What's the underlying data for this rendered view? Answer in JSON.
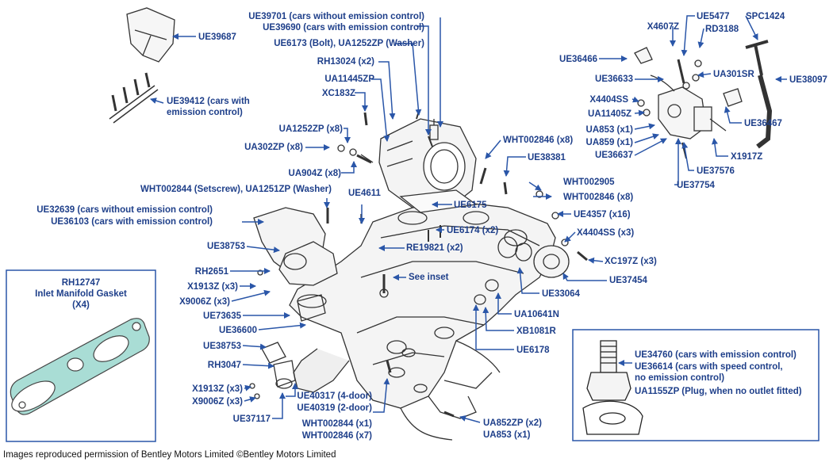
{
  "colors": {
    "label": "#1e3f8a",
    "leader": "#2a56a8",
    "gasket": "#a9ddd5",
    "line": "#333333"
  },
  "labels": {
    "ue39687": "UE39687",
    "ue39412": "UE39412 (cars with\nemission control)",
    "ue39701": "UE39701 (cars without emission control)",
    "ue39690": "UE39690 (cars with emission control)",
    "ue6173": "UE6173 (Bolt), UA1252ZP (Washer)",
    "rh13024": "RH13024 (x2)",
    "ua11445zp": "UA11445ZP",
    "xc183z": "XC183Z",
    "ua1252zp": "UA1252ZP (x8)",
    "ua302zp": "UA302ZP (x8)",
    "ua904z": "UA904Z (x8)",
    "wht002846_x8a": "WHT002846 (x8)",
    "ue38381": "UE38381",
    "wht002905": "WHT002905",
    "wht002846_x8b": "WHT002846 (x8)",
    "wht002844_setscrew": "WHT002844 (Setscrew), UA1251ZP (Washer)",
    "ue4611": "UE4611",
    "ue32639": "UE32639 (cars without emission control)",
    "ue36103": "UE36103 (cars with emission control)",
    "ue6175": "UE6175",
    "ue6174": "UE6174 (x2)",
    "ue4357": "UE4357 (x16)",
    "x4404ss_x3": "X4404SS (x3)",
    "ue38753_a": "UE38753",
    "re19821": "RE19821 (x2)",
    "xc197z": "XC197Z (x3)",
    "rh2651": "RH2651",
    "see_inset": "See inset",
    "ue37454": "UE37454",
    "x1913z_a": "X1913Z (x3)",
    "x9006z_a": "X9006Z (x3)",
    "ue33064": "UE33064",
    "ue73635": "UE73635",
    "ua10641n": "UA10641N",
    "ue36600": "UE36600",
    "xb1081r": "XB1081R",
    "ue38753_b": "UE38753",
    "ue6178": "UE6178",
    "rh3047": "RH3047",
    "x1913z_b": "X1913Z (x3)",
    "x9006z_b": "X9006Z (x3)",
    "ue37117": "UE37117",
    "ue40317": "UE40317 (4-door)",
    "ue40319": "UE40319 (2-door)",
    "wht002844_x1": "WHT002844 (x1)",
    "wht002846_x7": "WHT002846 (x7)",
    "ua852zp": "UA852ZP (x2)",
    "ua853_x1b": "UA853 (x1)",
    "x4607z": "X4607Z",
    "ue5477": "UE5477",
    "rd3188": "RD3188",
    "spc1424": "SPC1424",
    "ue36466": "UE36466",
    "ue36633": "UE36633",
    "ua301sr": "UA301SR",
    "ue38097": "UE38097",
    "x4404ss": "X4404SS",
    "ua11405z": "UA11405Z",
    "ue36467": "UE36467",
    "ua853_x1": "UA853 (x1)",
    "ua859_x1": "UA859 (x1)",
    "ue36637": "UE36637",
    "x1917z": "X1917Z",
    "ue37576": "UE37576",
    "ue37754": "UE37754",
    "gasket_part": "RH12747",
    "gasket_name": "Inlet Manifold Gasket",
    "gasket_qty": "(X4)",
    "inset_ue34760": "UE34760 (cars with emission control)",
    "inset_ue36614": "UE36614 (cars with speed control,\nno emission control)",
    "inset_ua1155zp": "UA1155ZP (Plug, when no outlet fitted)"
  },
  "credit": "Images reproduced permission of Bentley Motors Limited ©Bentley Motors Limited"
}
